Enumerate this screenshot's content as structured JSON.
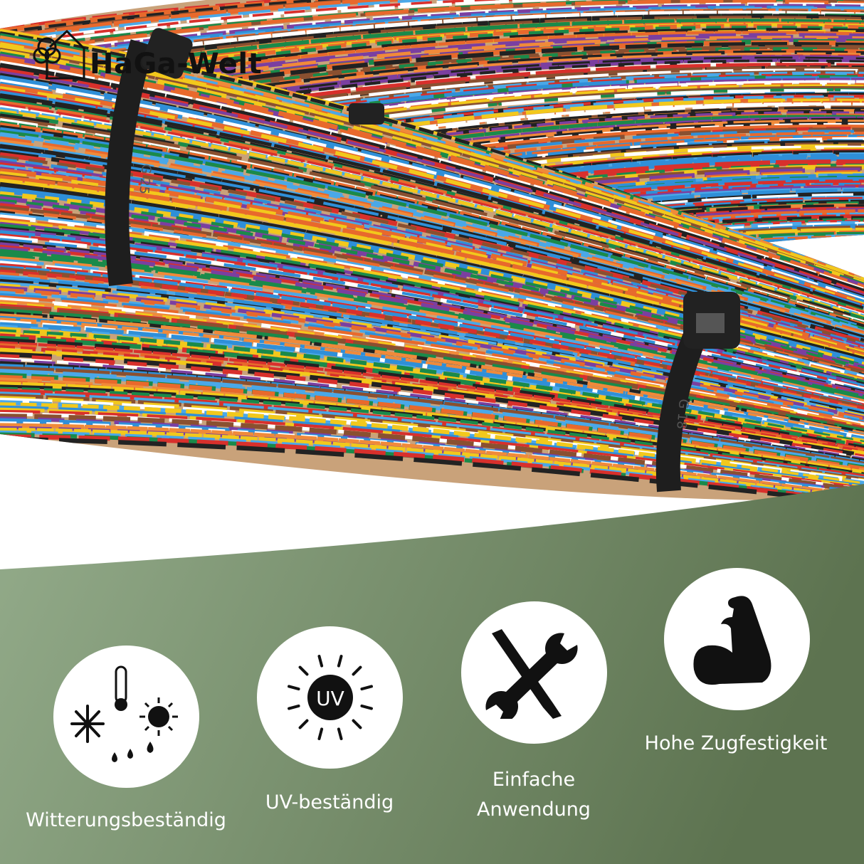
{
  "brand": {
    "name": "HaGa-Welt",
    "logo_icon": "house-tree-icon"
  },
  "colors": {
    "green_light": "#93ab8a",
    "green_dark": "#5d7350",
    "cable_tie": "#1e1e1e"
  },
  "cable_tie_markings": [
    "G 25",
    "G 18"
  ],
  "features": [
    {
      "label": "Witterungsbeständig",
      "icon": "weather-icon"
    },
    {
      "label": "UV-beständig",
      "icon": "uv-sun-icon",
      "icon_text": "UV"
    },
    {
      "label_line1": "Einfache",
      "label_line2": "Anwendung",
      "icon": "tools-icon"
    },
    {
      "label": "Hohe Zugfestigkeit",
      "icon": "flexed-arm-icon"
    }
  ]
}
